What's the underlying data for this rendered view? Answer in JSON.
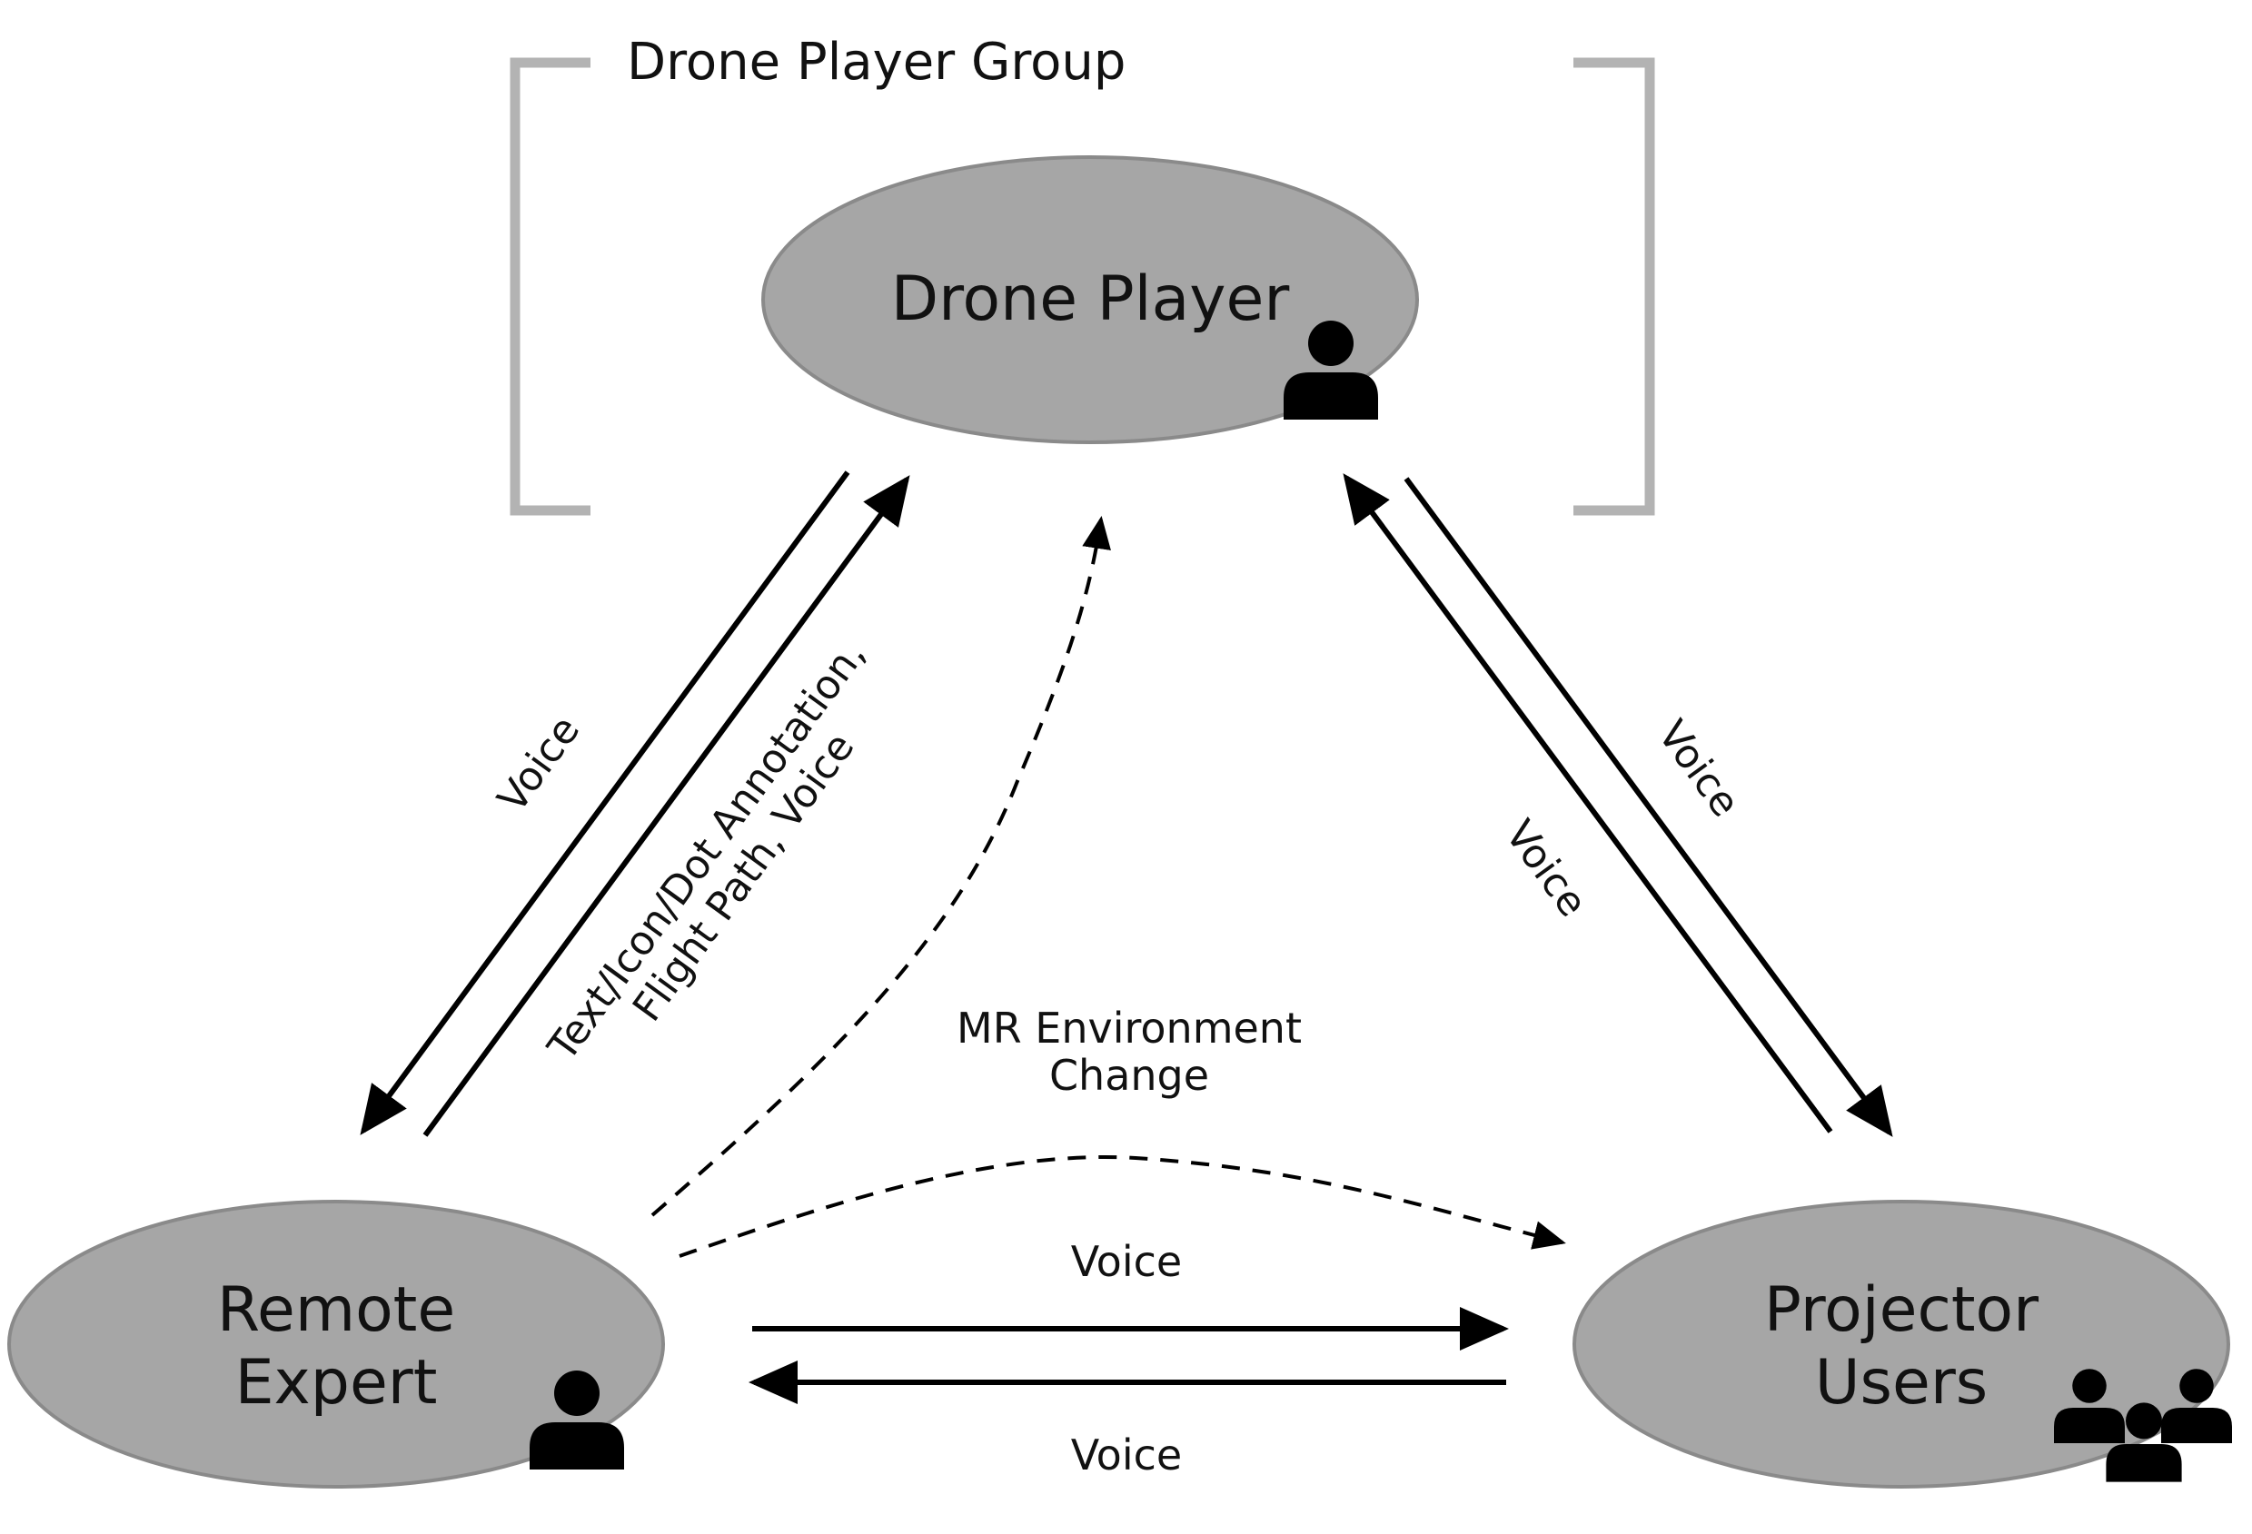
{
  "group": {
    "title": "Drone Player Group"
  },
  "nodes": {
    "drone_player": {
      "label": "Drone Player"
    },
    "remote_expert": {
      "line1": "Remote",
      "line2": "Expert"
    },
    "projector_users": {
      "line1": "Projector",
      "line2": "Users"
    }
  },
  "edges": {
    "expert_to_drone": {
      "line1": "Text/Icon/Dot Annotation,",
      "line2": "Flight Path, Voice"
    },
    "drone_to_expert": {
      "label": "Voice"
    },
    "drone_to_projector": {
      "label": "Voice"
    },
    "projector_to_drone": {
      "label": "Voice"
    },
    "expert_to_projector": {
      "label": "Voice"
    },
    "projector_to_expert": {
      "label": "Voice"
    },
    "mr_change": {
      "line1": "MR Environment",
      "line2": "Change"
    }
  },
  "colors": {
    "node_fill": "#a6a6a6",
    "node_stroke": "#8a8a8a",
    "bracket": "#b3b3b3",
    "arrow": "#000000"
  }
}
